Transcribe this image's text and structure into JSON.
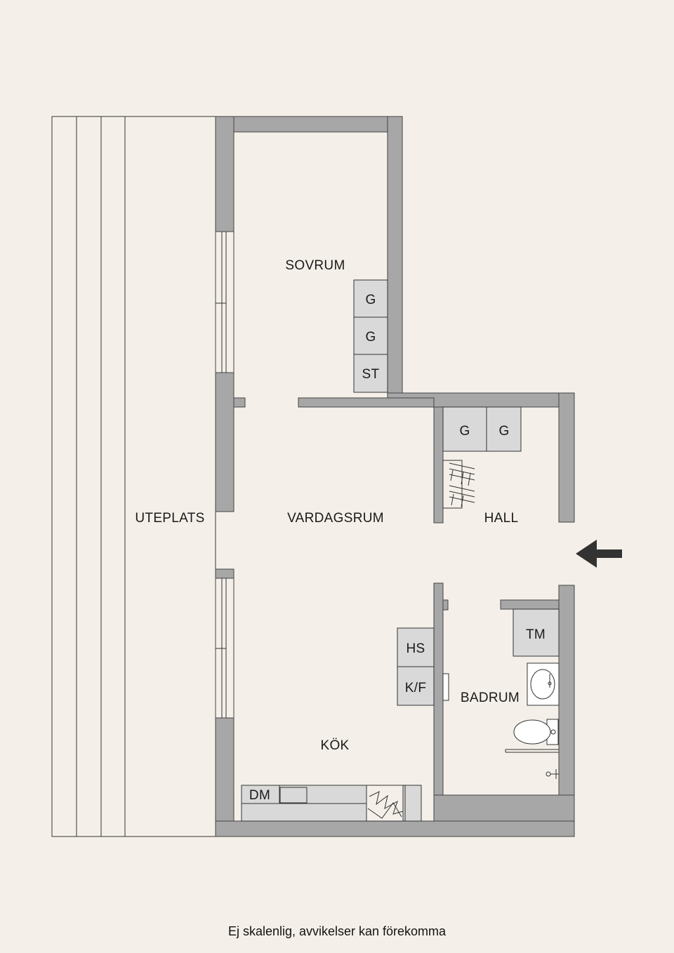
{
  "rooms": {
    "sovrum": "SOVRUM",
    "vardagsrum": "VARDAGSRUM",
    "hall": "HALL",
    "uteplats": "UTEPLATS",
    "kok": "KÖK",
    "badrum": "BADRUM"
  },
  "fixtures": {
    "wardrobe_1": "G",
    "wardrobe_2": "G",
    "storage": "ST",
    "hall_wardrobe_1": "G",
    "hall_wardrobe_2": "G",
    "tumble_dryer": "TM",
    "high_cabinet": "HS",
    "fridge_freezer": "K/F",
    "dishwasher": "DM"
  },
  "footer": {
    "disclaimer": "Ej skalenlig, avvikelser kan förekomma"
  },
  "colors": {
    "background": "#f4f0e9",
    "wall": "#a7a7a7",
    "fixture": "#d9d9d9",
    "arrow": "#333333"
  }
}
